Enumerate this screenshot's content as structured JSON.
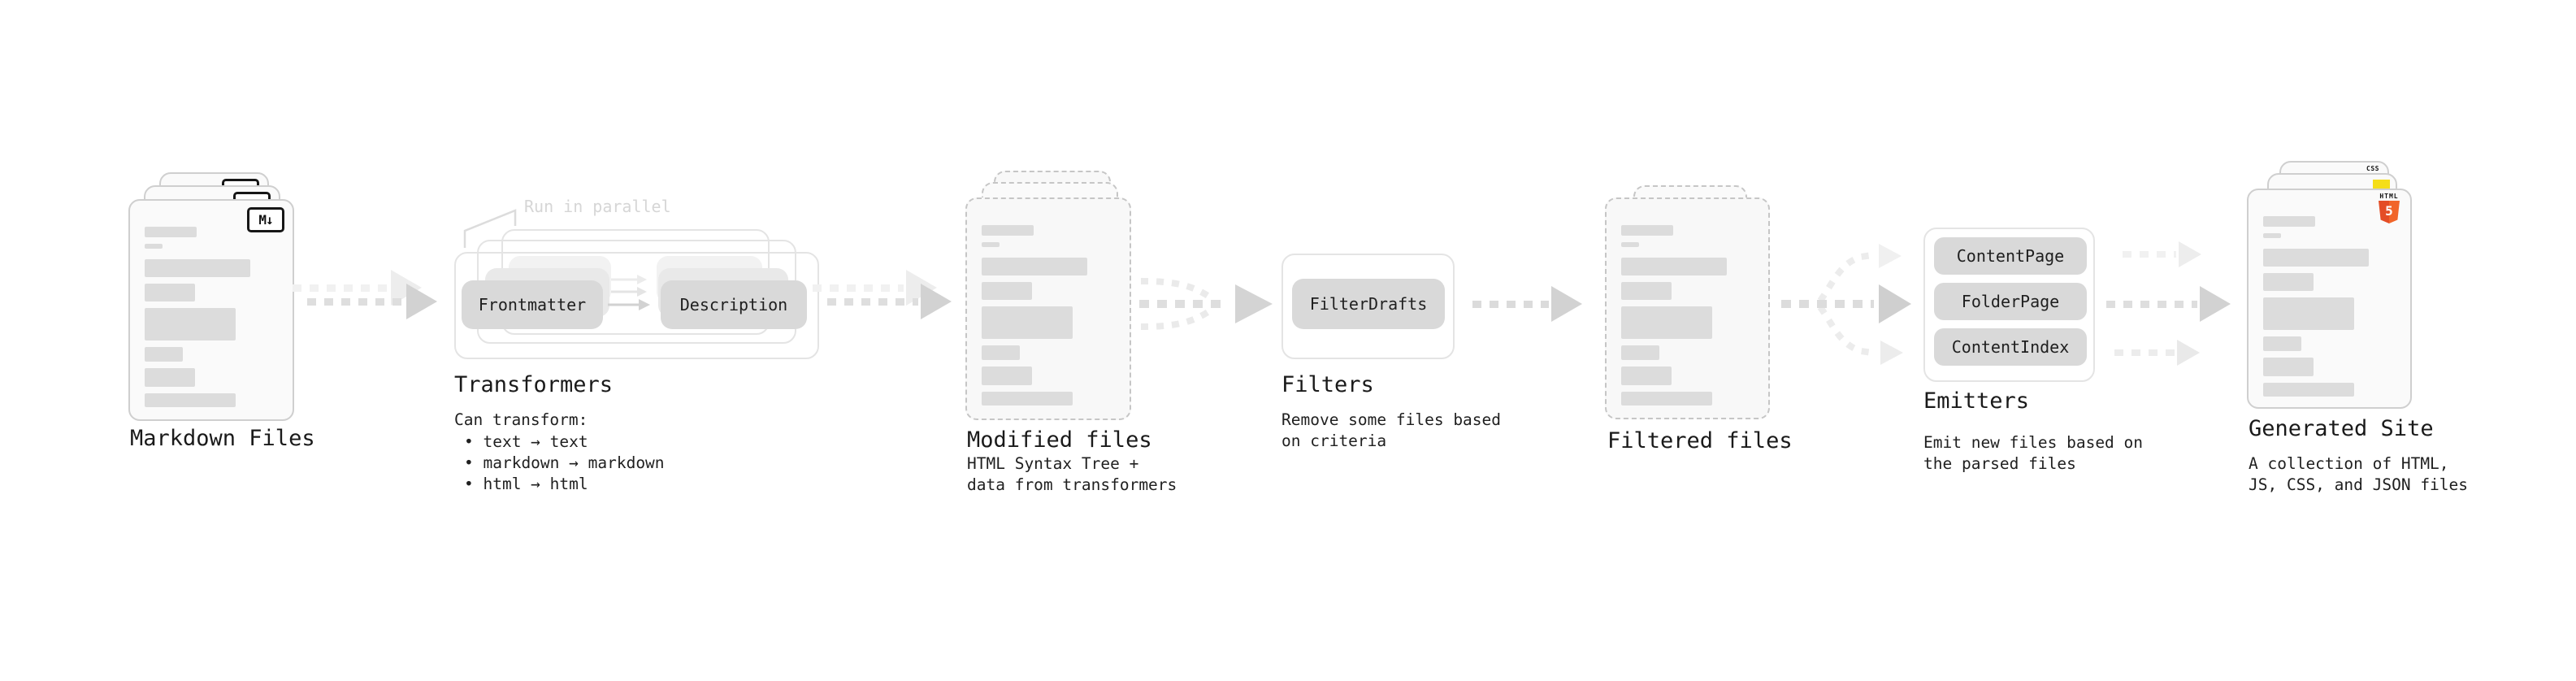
{
  "pipeline": {
    "markdown_files": {
      "title": "Markdown Files",
      "icon_label": "M↓"
    },
    "transformers": {
      "annotation": "Run in parallel",
      "node_a": "Frontmatter",
      "node_b": "Description",
      "title": "Transformers",
      "subtitle": "Can transform:",
      "bullets": [
        "• text → text",
        "• markdown → markdown",
        "• html → html"
      ]
    },
    "modified_files": {
      "title": "Modified files",
      "description": "HTML Syntax Tree +\ndata from transformers"
    },
    "filters": {
      "node": "FilterDrafts",
      "title": "Filters",
      "description": "Remove some files based\non criteria"
    },
    "filtered_files": {
      "title": "Filtered files"
    },
    "emitters": {
      "nodes": [
        "ContentPage",
        "FolderPage",
        "ContentIndex"
      ],
      "title": "Emitters",
      "description": "Emit new files based on\nthe parsed files"
    },
    "generated_site": {
      "title": "Generated Site",
      "description": "A collection of HTML,\nJS, CSS, and JSON files",
      "html5_label": "HTML",
      "html5_number": "5",
      "css_label": "CSS"
    }
  }
}
